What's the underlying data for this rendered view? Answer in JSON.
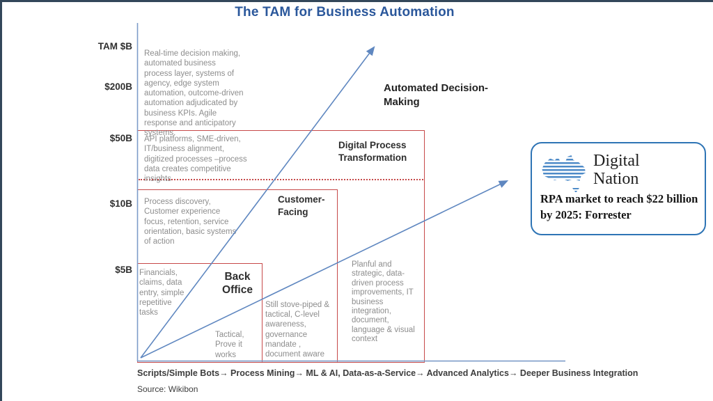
{
  "title": "The TAM for Business Automation",
  "y_axis": {
    "title": "TAM $B",
    "ticks": [
      "$200B",
      "$50B",
      "$10B",
      "$5B"
    ]
  },
  "x_axis": {
    "progression": "Scripts/Simple Bots→ Process Mining→ ML & AI, Data-as-a-Service→ Advanced Analytics→ Deeper Business Integration",
    "source": "Source: Wikibon"
  },
  "regions": {
    "automated_decision_making": {
      "label": "Automated Decision-Making",
      "description": "Real-time decision making, automated business process layer, systems of agency, edge system automation, outcome-driven automation adjudicated by business KPIs. Agile response and anticipatory systems."
    },
    "digital_process_transformation": {
      "label": "Digital Process Transformation",
      "description": "API platforms, SME-driven, IT/business alignment, digitized processes –process data creates competitive insights"
    },
    "customer_facing": {
      "label": "Customer-Facing",
      "description": "Process discovery, Customer experience focus, retention, service orientation, basic systems of action"
    },
    "back_office": {
      "label": "Back Office",
      "description": "Financials, claims, data entry, simple repetitive tasks",
      "note": "Tactical, Prove it works"
    },
    "stove_piped_note": "Still stove-piped & tactical, C-level awareness, governance mandate , document aware",
    "planful_note": "Planful and strategic, data-driven process improvements,  IT business integration, document, language & visual context"
  },
  "callout": {
    "brand_line1": "Digital",
    "brand_line2": "Nation",
    "headline": "RPA market to reach $22 billion by 2025: Forrester"
  },
  "colors": {
    "title": "#2a579b",
    "axis_blue": "#7d9bc9",
    "arrow_blue": "#5f87c0",
    "region_box_red": "#c64848",
    "muted_text": "#8d8d8d",
    "dark_text": "#2e2e2e",
    "callout_border": "#2e74b5",
    "logo_blue": "#4d8ac7",
    "frame": "#33475a"
  },
  "chart_data": {
    "type": "area",
    "title": "The TAM for Business Automation",
    "ylabel": "TAM $B",
    "y_ticks": [
      "$5B",
      "$10B",
      "$50B",
      "$200B"
    ],
    "x_progression": [
      "Scripts/Simple Bots",
      "Process Mining",
      "ML & AI, Data-as-a-Service",
      "Advanced Analytics",
      "Deeper Business Integration"
    ],
    "regions": [
      {
        "name": "Back Office",
        "tam_b": 5
      },
      {
        "name": "Customer-Facing",
        "tam_b": 10
      },
      {
        "name": "Digital Process Transformation",
        "tam_b": 50
      },
      {
        "name": "Automated Decision-Making",
        "tam_b": 200
      }
    ],
    "annotation": "RPA market to reach $22 billion by 2025: Forrester",
    "source": "Wikibon"
  }
}
